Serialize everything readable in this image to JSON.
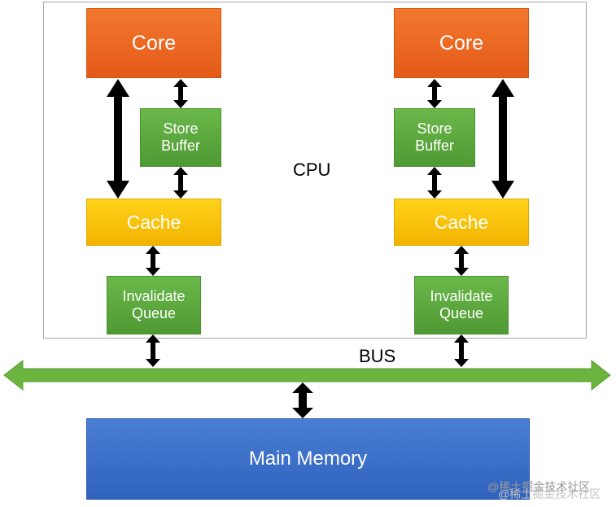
{
  "diagram": {
    "cpu_label": "CPU",
    "bus_label": "BUS",
    "left": {
      "core": "Core",
      "store_buffer": "Store\nBuffer",
      "cache": "Cache",
      "invalidate_queue": "Invalidate\nQueue"
    },
    "right": {
      "core": "Core",
      "store_buffer": "Store\nBuffer",
      "cache": "Cache",
      "invalidate_queue": "Invalidate\nQueue"
    },
    "main_memory": "Main Memory",
    "watermark": "@稀土掘金技术社区"
  },
  "colors": {
    "core": "#e86520",
    "store_buffer": "#5aa83b",
    "cache": "#f9c20a",
    "invalidate_queue": "#5aa83b",
    "main_memory": "#3a6fc9",
    "bus": "#6bb43f",
    "arrows": "#000000"
  }
}
